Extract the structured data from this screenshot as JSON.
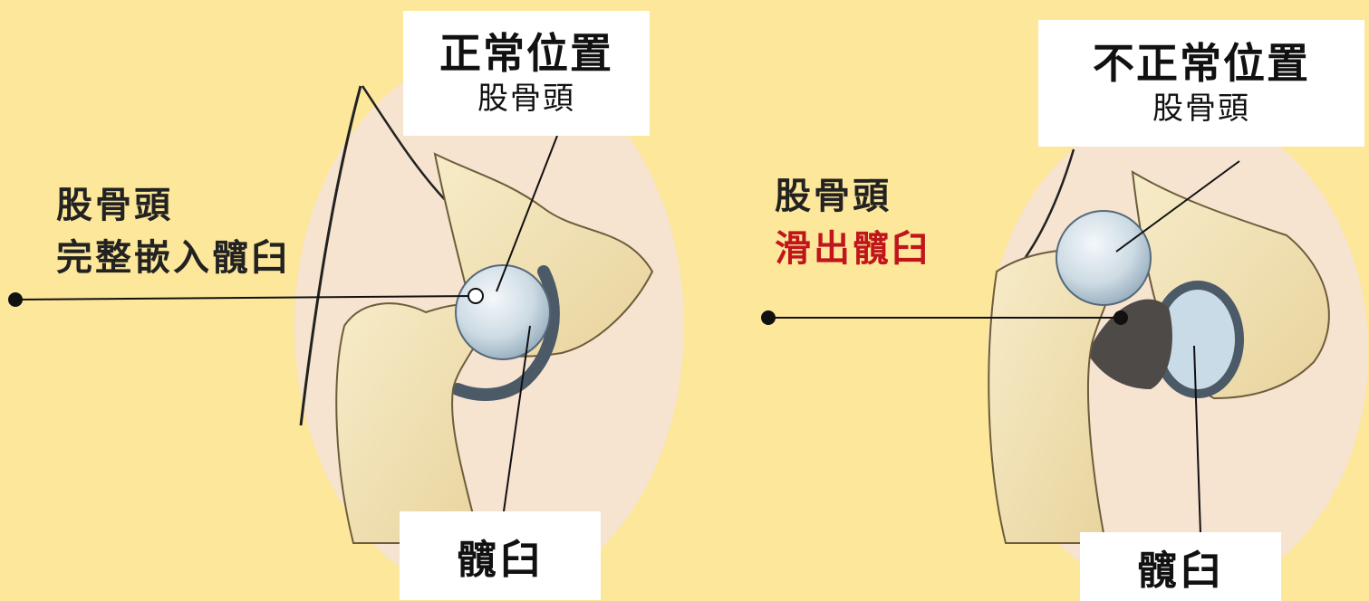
{
  "left_panel": {
    "title": "正常位置",
    "title_sub": "股骨頭",
    "side_label_line1": "股骨頭",
    "side_label_line2": "完整嵌入髖臼",
    "bottom_label": "髖臼"
  },
  "right_panel": {
    "title": "不正常位置",
    "title_sub": "股骨頭",
    "side_label_line1": "股骨頭",
    "side_label_line2": "滑出髖臼",
    "bottom_label": "髖臼"
  },
  "colors": {
    "background": "#fde79a",
    "circle": "#f6e3d0",
    "bone": "#f2e2b8",
    "femoral_head": "#cfdbe3",
    "accent_red": "#c0161b"
  }
}
